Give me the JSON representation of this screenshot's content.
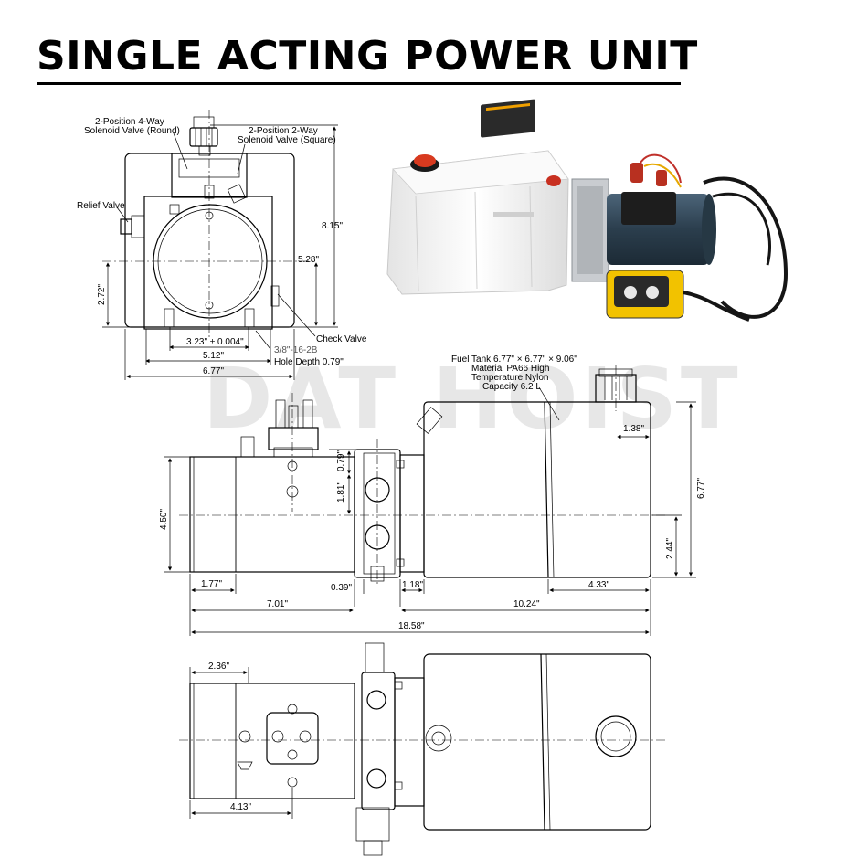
{
  "title": "SINGLE ACTING POWER UNIT",
  "watermark": "DAT HOIST",
  "front_view": {
    "labels": {
      "solenoid_4way": "2-Position 4-Way",
      "solenoid_4way_2": "Solenoid Valve (Round)",
      "solenoid_2way": "2-Position 2-Way",
      "solenoid_2way_2": "Solenoid Valve (Square)",
      "relief_valve": "Relief Valve",
      "check_valve": "Check Valve",
      "thread": "3/8\"-16-2B",
      "hole_depth": "Hole Depth 0.79\""
    },
    "dims": {
      "height_total": "8.15\"",
      "center_height": "5.28\"",
      "left_height": "2.72\"",
      "hole_spacing": "3.23\" ± 0.004\"",
      "inner_width": "5.12\"",
      "outer_width": "6.77\""
    }
  },
  "side_view": {
    "tank_note": {
      "line1": "Fuel Tank 6.77\" × 6.77\" × 9.06\"",
      "line2": "Material PA66 High",
      "line3": "Temperature Nylon",
      "line4": "Capacity 6.2 L"
    },
    "dims": {
      "cap_offset": "1.38\"",
      "tank_height": "6.77\"",
      "outlet_height": "2.44\"",
      "motor_dia": "4.50\"",
      "valve_top": "0.79\"",
      "valve_block": "1.81\"",
      "motor_end": "1.77\"",
      "gap": "0.39\"",
      "block_width": "1.18\"",
      "tank_right": "4.33\"",
      "motor_len": "7.01\"",
      "tank_len": "10.24\"",
      "overall": "18.58\""
    }
  },
  "top_view": {
    "dims": {
      "solenoid_offset": "2.36\"",
      "mount_offset": "4.13\""
    }
  },
  "colors": {
    "tank": "#f4f4f4",
    "motor": "#2f4556",
    "pendant": "#f2c200",
    "cap": "#d83a1f",
    "block": "#b8bcc0"
  }
}
